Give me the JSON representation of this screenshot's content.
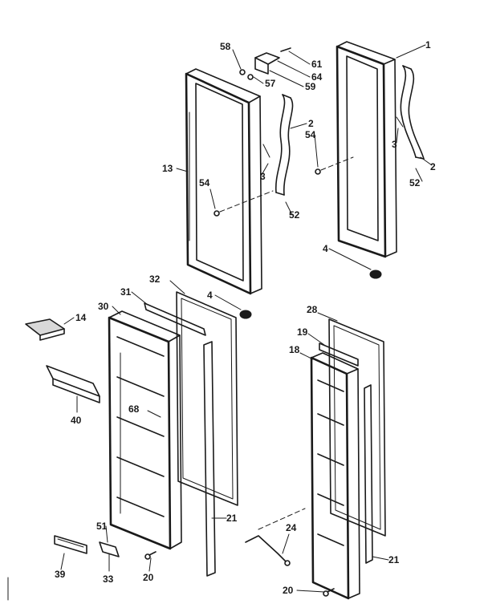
{
  "diagram": {
    "callouts": [
      {
        "id": "c-1",
        "text": "1"
      },
      {
        "id": "c-2a",
        "text": "2"
      },
      {
        "id": "c-2b",
        "text": "2"
      },
      {
        "id": "c-3a",
        "text": "3"
      },
      {
        "id": "c-3b",
        "text": "3"
      },
      {
        "id": "c-4a",
        "text": "4"
      },
      {
        "id": "c-4b",
        "text": "4"
      },
      {
        "id": "c-13",
        "text": "13"
      },
      {
        "id": "c-14",
        "text": "14"
      },
      {
        "id": "c-18",
        "text": "18"
      },
      {
        "id": "c-19",
        "text": "19"
      },
      {
        "id": "c-20a",
        "text": "20"
      },
      {
        "id": "c-20b",
        "text": "20"
      },
      {
        "id": "c-21a",
        "text": "21"
      },
      {
        "id": "c-21b",
        "text": "21"
      },
      {
        "id": "c-24",
        "text": "24"
      },
      {
        "id": "c-28",
        "text": "28"
      },
      {
        "id": "c-30",
        "text": "30"
      },
      {
        "id": "c-31",
        "text": "31"
      },
      {
        "id": "c-32",
        "text": "32"
      },
      {
        "id": "c-33",
        "text": "33"
      },
      {
        "id": "c-39",
        "text": "39"
      },
      {
        "id": "c-40",
        "text": "40"
      },
      {
        "id": "c-51",
        "text": "51"
      },
      {
        "id": "c-52a",
        "text": "52"
      },
      {
        "id": "c-52b",
        "text": "52"
      },
      {
        "id": "c-54a",
        "text": "54"
      },
      {
        "id": "c-54b",
        "text": "54"
      },
      {
        "id": "c-57",
        "text": "57"
      },
      {
        "id": "c-58",
        "text": "58"
      },
      {
        "id": "c-59",
        "text": "59"
      },
      {
        "id": "c-61",
        "text": "61"
      },
      {
        "id": "c-64",
        "text": "64"
      },
      {
        "id": "c-68",
        "text": "68"
      }
    ]
  }
}
